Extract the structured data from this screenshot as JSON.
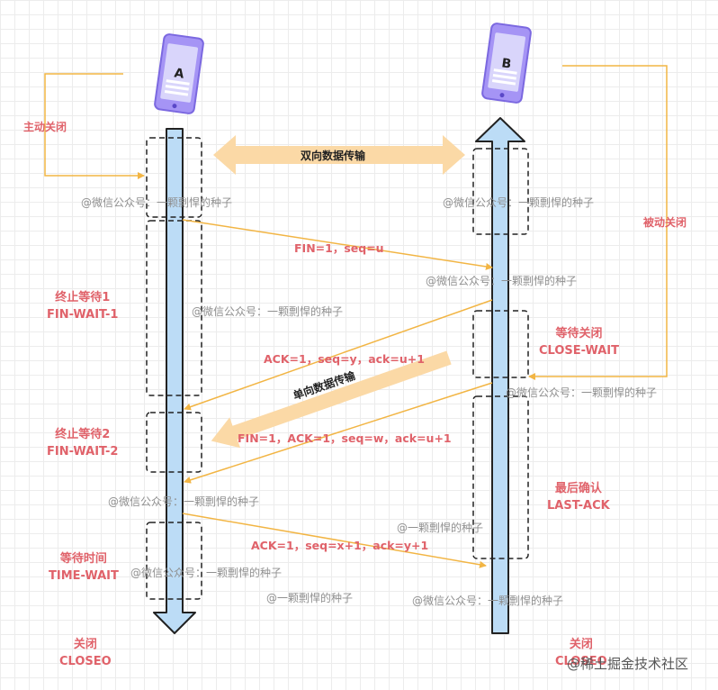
{
  "devices": {
    "a": "A",
    "b": "B"
  },
  "sides": {
    "active_close": "主动关闭",
    "passive_close": "被动关闭"
  },
  "flows": {
    "bidirectional": "双向数据传输",
    "unidirectional": "单向数据传输"
  },
  "messages": {
    "fin1": "FIN=1，seq=u",
    "ack1": "ACK=1，seq=y，ack=u+1",
    "fin2": "FIN=1，ACK=1，seq=w，ack=u+1",
    "ack2": "ACK=1，seq=x+1，ack=y+1"
  },
  "states_a": {
    "fin_wait_1": {
      "cn": "终止等待1",
      "en": "FIN-WAIT-1"
    },
    "fin_wait_2": {
      "cn": "终止等待2",
      "en": "FIN-WAIT-2"
    },
    "time_wait": {
      "cn": "等待时间",
      "en": "TIME-WAIT"
    },
    "closed": {
      "cn": "关闭",
      "en": "CLOSEO"
    }
  },
  "states_b": {
    "close_wait": {
      "cn": "等待关闭",
      "en": "CLOSE-WAIT"
    },
    "last_ack": {
      "cn": "最后确认",
      "en": "LAST-ACK"
    },
    "closed": {
      "cn": "关闭",
      "en": "CLOSEO"
    }
  },
  "watermarks": {
    "full": "@微信公众号：一颗剽悍的种子",
    "short": "@一颗剽悍的种子",
    "site": "@稀土掘金技术社区"
  },
  "colors": {
    "timeline_fill": "#bcdcf6",
    "timeline_stroke": "#222222",
    "message_line": "#f2b544",
    "flow_arrow": "#fbd9a6",
    "phone_body": "#a594f5",
    "phone_screen": "#d9d5fb",
    "state_text": "#e0626a"
  }
}
